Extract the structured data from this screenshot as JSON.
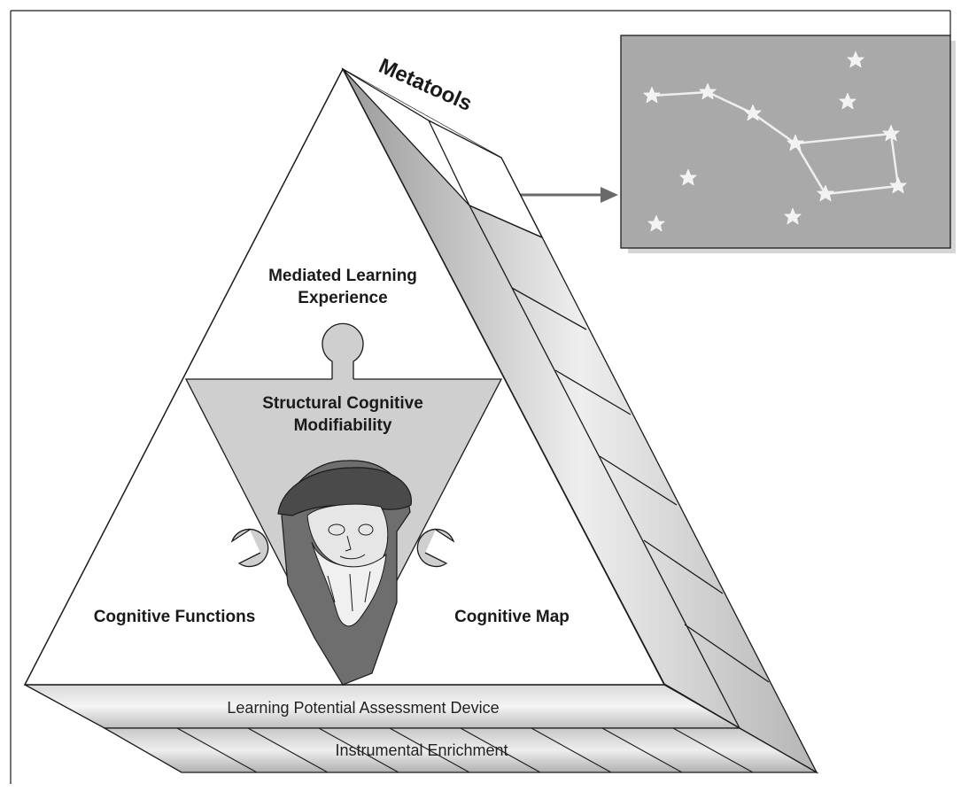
{
  "labels": {
    "metatools": "Metatools",
    "mediated_line1": "Mediated Learning",
    "mediated_line2": "Experience",
    "scm_line1": "Structural Cognitive",
    "scm_line2": "Modifiability",
    "cognitive_functions": "Cognitive Functions",
    "cognitive_map": "Cognitive Map",
    "lpad": "Learning Potential Assessment Device",
    "instrumental_enrichment": "Instrumental Enrichment"
  },
  "colors": {
    "outline": "#1a1a1a",
    "panel_gray": "#a9a9a9",
    "inner_gray": "#cfcfcf",
    "star": "#f2f2f2",
    "portrait": "#6e6e6e"
  },
  "icons": {
    "constellation": "star-constellation-panel",
    "portrait": "bearded-man-portrait"
  }
}
